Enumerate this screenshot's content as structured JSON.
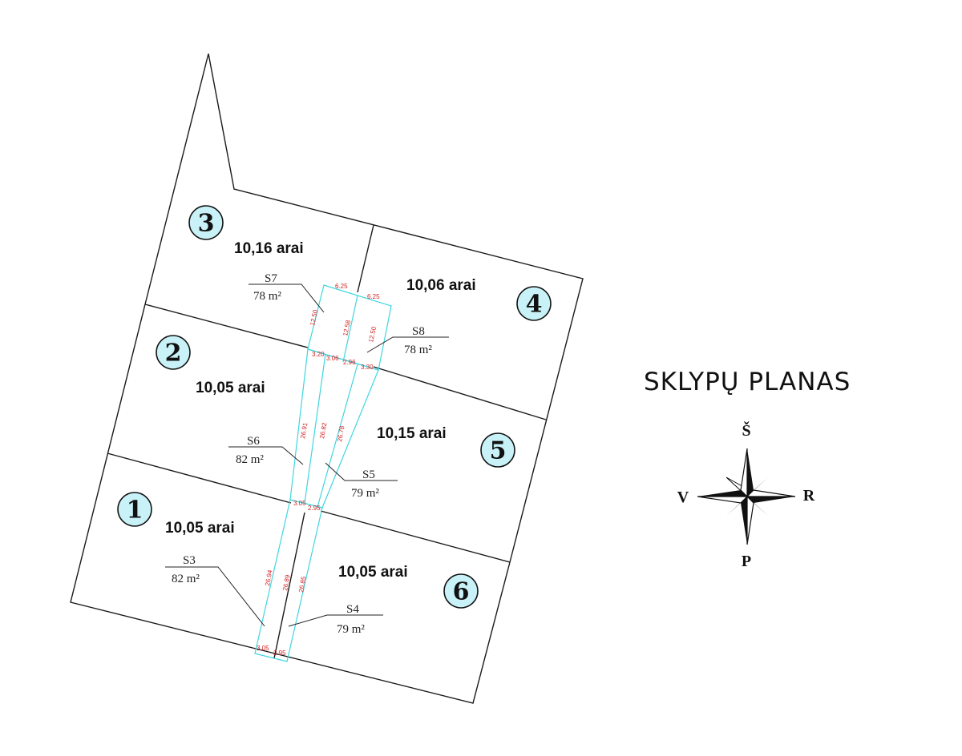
{
  "title": "SKLYPŲ PLANAS",
  "lots": [
    {
      "number": "1",
      "area": "10,05 arai"
    },
    {
      "number": "2",
      "area": "10,05 arai"
    },
    {
      "number": "3",
      "area": "10,16 arai"
    },
    {
      "number": "4",
      "area": "10,06 arai"
    },
    {
      "number": "5",
      "area": "10,15 arai"
    },
    {
      "number": "6",
      "area": "10,05 arai"
    }
  ],
  "easements": [
    {
      "id": "S7",
      "area": "78  m²"
    },
    {
      "id": "S8",
      "area": "78  m²"
    },
    {
      "id": "S6",
      "area": "82  m²"
    },
    {
      "id": "S5",
      "area": "79  m²"
    },
    {
      "id": "S3",
      "area": "82  m²"
    },
    {
      "id": "S4",
      "area": "79  m²"
    }
  ],
  "dimensions": {
    "top_left": "6.25",
    "top_right": "6.25",
    "side_s7": "12.50",
    "side_mid": "12.58",
    "side_s8": "12.50",
    "row2_a": "3.20",
    "row2_b": "3.06",
    "row2_c": "2.96",
    "row2_d": "3.30",
    "mid_left": "26.91",
    "mid_center": "26.82",
    "mid_right": "26.78",
    "row3_a": "3.05",
    "row3_b": "2.95",
    "low_left": "26.94",
    "low_center": "26.89",
    "low_right": "26.85",
    "bottom_a": "3.05",
    "bottom_b": "2.95"
  },
  "compass": {
    "north": "Š",
    "south": "P",
    "east": "R",
    "west": "V"
  }
}
